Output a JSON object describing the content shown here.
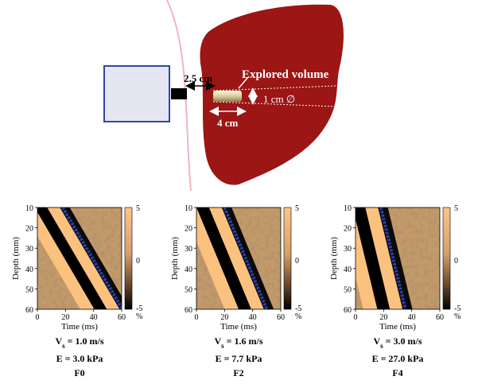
{
  "diagram": {
    "explored_volume_label": "Explored volume",
    "depth_label": "2.5 cm",
    "length_label": "4 cm",
    "diameter_label": "1 cm ∅",
    "colors": {
      "liver": "#9b1614",
      "probe": "#e6e6f2",
      "skin_line": "#f2b5bc"
    }
  },
  "panels": [
    {
      "id": "F0",
      "vs": "1.0 m/s",
      "e": "E = 3.0 kPa",
      "label": "F0",
      "slope": 0.68,
      "intercept": 14
    },
    {
      "id": "F2",
      "vs": "1.6 m/s",
      "e": "E = 7.7 kPa",
      "label": "F2",
      "slope": 0.48,
      "intercept": 16
    },
    {
      "id": "F4",
      "vs": "3.0 m/s",
      "e": "E = 27.0 kPa",
      "label": "F4",
      "slope": 0.28,
      "intercept": 14
    }
  ],
  "axes": {
    "ylabel": "Depth (mm)",
    "xlabel": "Time (ms)",
    "yticks": [
      "10",
      "20",
      "30",
      "40",
      "50",
      "60"
    ],
    "xticks": [
      "0",
      "20",
      "40",
      "60"
    ],
    "cbar_ticks": [
      "5",
      "0",
      "-5"
    ],
    "cbar_unit": "%",
    "vs_symbol": "V",
    "vs_sub": "s",
    "vs_eq": " = "
  }
}
